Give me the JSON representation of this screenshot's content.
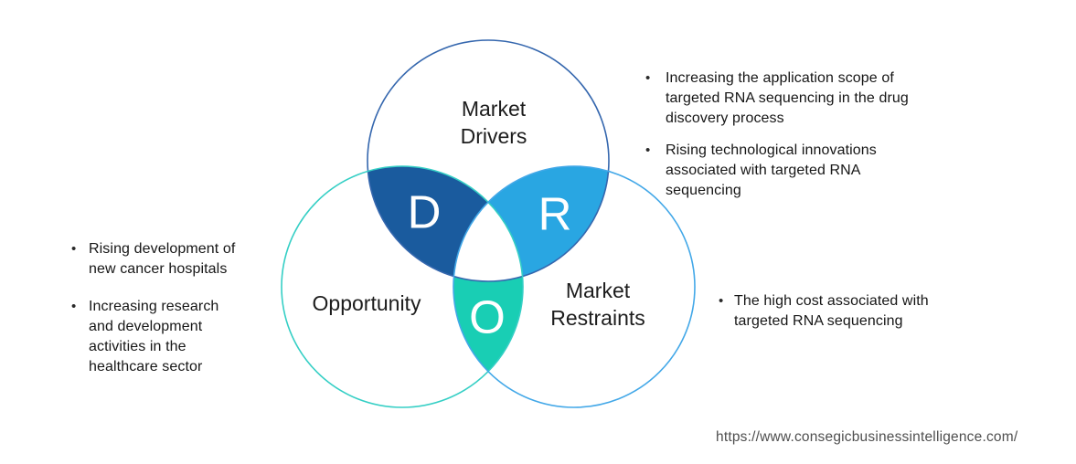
{
  "diagram": {
    "circles": {
      "drivers": {
        "label": "Market\nDrivers",
        "letter": "D",
        "outline_color": "#3567ae",
        "overlap_color": "#1a5b9e"
      },
      "opportunity": {
        "label": "Opportunity",
        "letter": "O",
        "outline_color": "#35cfc5",
        "overlap_color": "#19ceb4"
      },
      "restraints": {
        "label": "Market\nRestraints",
        "letter": "R",
        "outline_color": "#43a8e8",
        "overlap_color": "#29a6e2"
      }
    }
  },
  "bullets": {
    "marker": "•",
    "left": [
      {
        "text": "Rising development of\nnew cancer hospitals"
      },
      {
        "text": "Increasing research\nand development\nactivities in the\nhealthcare sector"
      }
    ],
    "right_top": [
      {
        "text": "Increasing the application scope of\ntargeted RNA sequencing in the drug\ndiscovery process"
      },
      {
        "text": "Rising technological innovations\nassociated with targeted RNA\nsequencing"
      }
    ],
    "right_bottom": [
      {
        "text": "The high cost associated with\ntargeted RNA sequencing"
      }
    ]
  },
  "footer": {
    "url": "https://www.consegicbusinessintelligence.com/"
  }
}
